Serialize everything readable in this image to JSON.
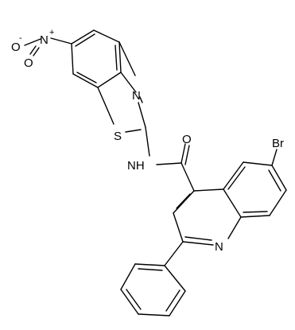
{
  "atom_labels": {
    "nitro_o_minus": "O",
    "nitro_minus_sign": "-",
    "nitro_n": "N",
    "nitro_plus_sign": "+",
    "nitro_o": "O",
    "thiazole_n": "N",
    "thiazole_s": "S",
    "amide_nh": "NH",
    "carbonyl_o": "O",
    "bromine": "Br",
    "quinoline_n": "N"
  },
  "colors": {
    "bond": "#000000",
    "label": "#000000",
    "background": "#ffffff"
  }
}
